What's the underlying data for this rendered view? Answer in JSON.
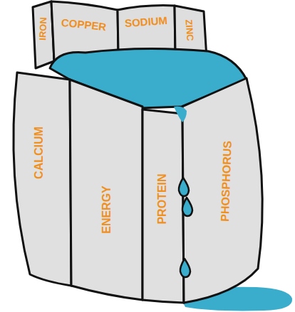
{
  "diagram": {
    "labels": [
      "IRON",
      "COPPER",
      "SODIUM",
      "ZINC",
      "CALCIUM",
      "ENERGY",
      "PROTEIN",
      "PHOSPHORUS"
    ]
  }
}
